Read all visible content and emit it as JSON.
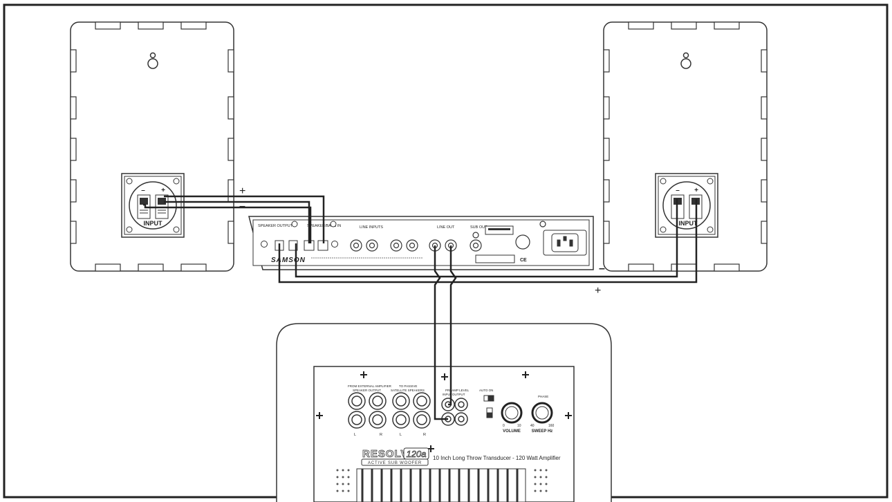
{
  "diagram": {
    "polarity": {
      "plus": "+",
      "minus": "–"
    },
    "left_speaker": {
      "input_label": "INPUT",
      "minus_label": "–",
      "plus_label": "+"
    },
    "right_speaker": {
      "input_label": "INPUT",
      "minus_label": "–",
      "plus_label": "+"
    },
    "amplifier": {
      "brand": "SAMSON",
      "section_speaker_outputs": "SPEAKER OUTPUTS",
      "section_speaker_bass": "SPEAKER/BASS IN",
      "section_line_inputs": "LINE INPUTS",
      "section_line_out": "LINE OUT",
      "section_sub_out": "SUB OUT",
      "ce_mark": "CE"
    },
    "subwoofer": {
      "label_from_external": "FROM EXTERNAL AMPLIFIER",
      "label_speaker_output": "SPEAKER OUTPUT",
      "label_to_passive": "TO PASSIVE",
      "label_satellite": "SATELLITE SPEAKERS",
      "label_preamp": "PREAMP LEVEL",
      "label_input": "INPUT",
      "label_output": "OUTPUT",
      "label_auto_on": "AUTO ON",
      "label_phase": "PHASE",
      "jack_l1": "L",
      "jack_r1": "R",
      "jack_l2": "L",
      "jack_r2": "R",
      "knob_volume_label": "VOLUME",
      "knob_volume_min": "0",
      "knob_volume_max": "10",
      "knob_sweep_label": "SWEEP Hz",
      "knob_sweep_min": "40",
      "knob_sweep_max": "160",
      "logo": "RESOLV",
      "logo_model": "120a",
      "logo_sub": "ACTIVE SUB WOOFER",
      "tagline": "10 Inch Long Throw Transducer - 120 Watt Amplifier"
    }
  }
}
